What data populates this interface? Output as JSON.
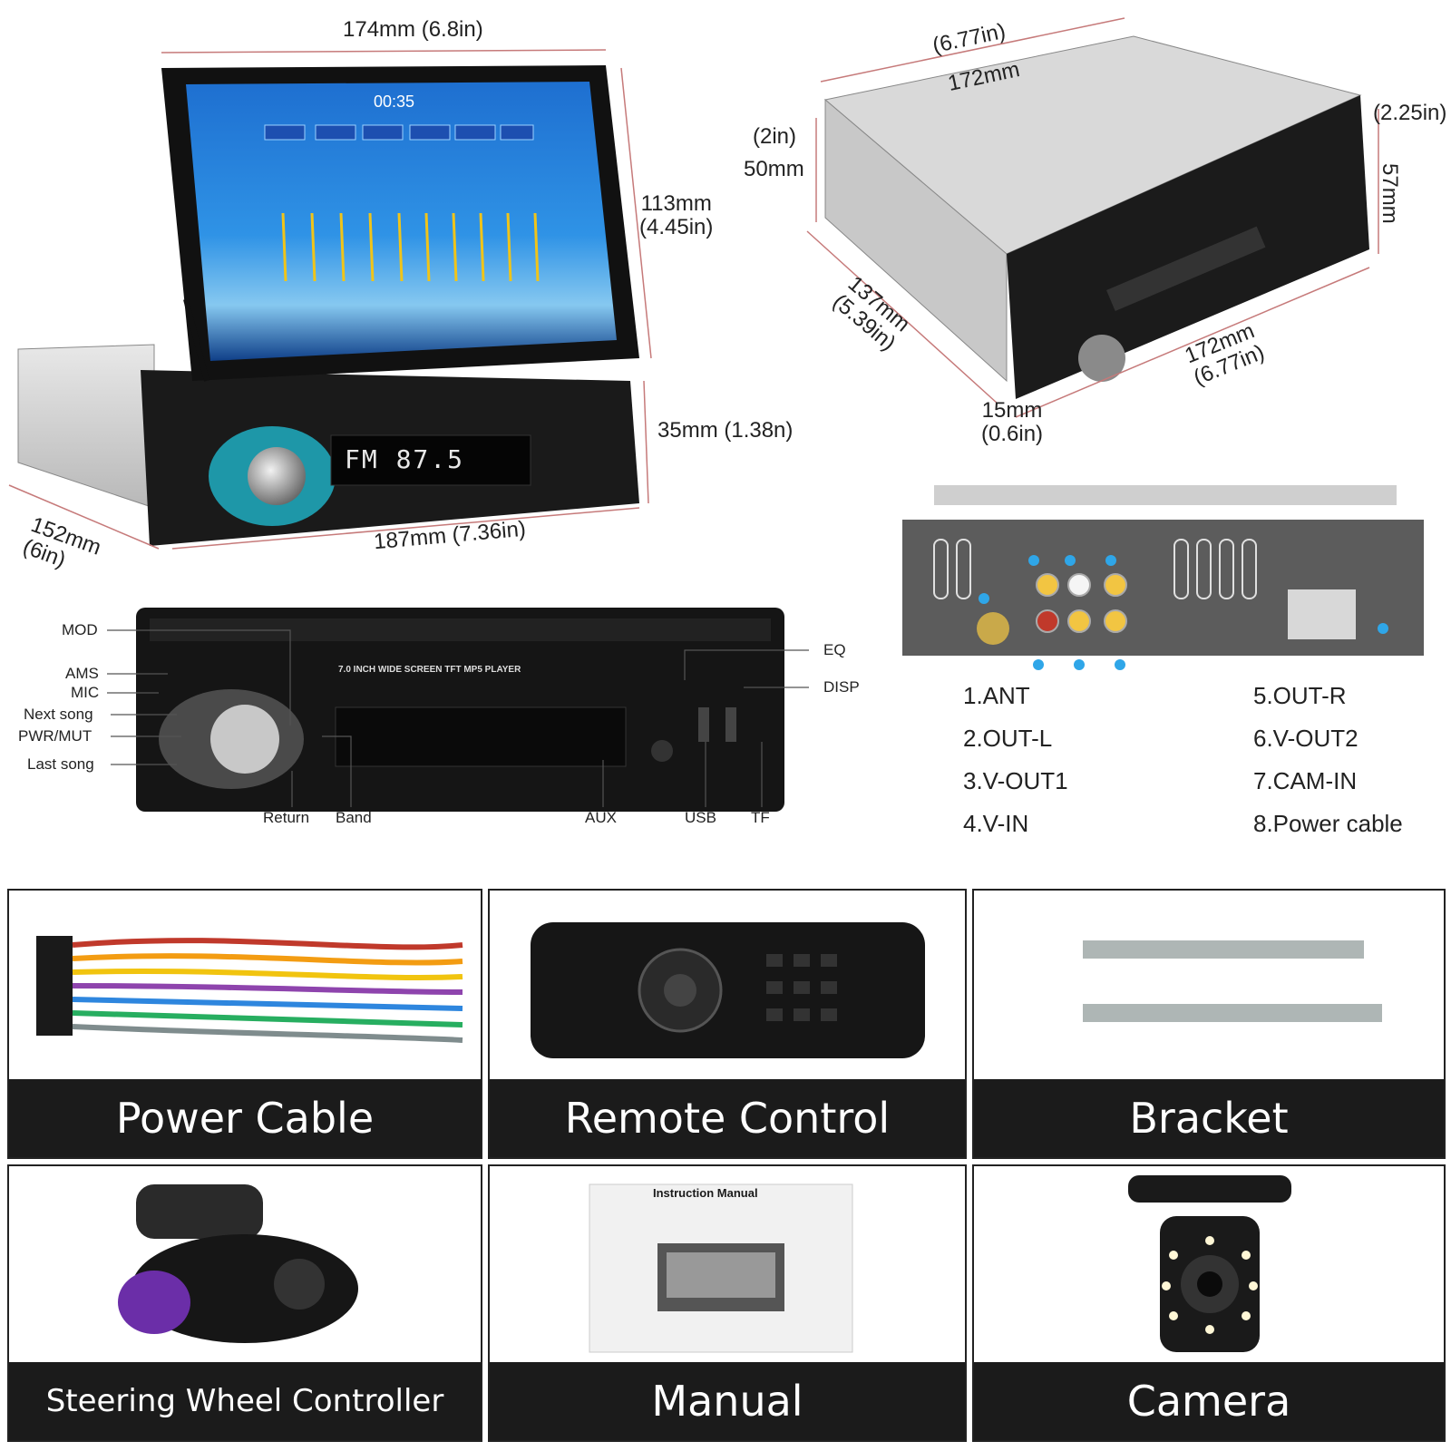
{
  "dims": {
    "front_width": "174mm (6.8in)",
    "screen_height": "113mm\n(4.45in)",
    "chassis_height": "35mm (1.38n)",
    "base_width": "187mm (7.36in)",
    "depth": "152mm\n(6in)",
    "top_width_in": "(6.77in)",
    "top_width_mm": "172mm",
    "side_height_in": "(2in)",
    "side_height_mm": "50mm",
    "right_height_in": "(2.25in)",
    "right_height_mm": "57mm",
    "rear_depth": "137mm\n(5.39in)",
    "face_width": "172mm\n(6.77in)",
    "face_depth": "15mm\n(0.6in)"
  },
  "screen": {
    "clock": "00:35",
    "radio": "FM 87.5"
  },
  "front_panel": {
    "label_mod": "MOD",
    "label_ams": "AMS",
    "label_mic": "MIC",
    "label_next": "Next song",
    "label_pwr": "PWR/MUT",
    "label_last": "Last song",
    "label_return": "Return",
    "label_band": "Band",
    "label_aux": "AUX",
    "label_usb": "USB",
    "label_tf": "TF",
    "label_eq": "EQ",
    "label_disp": "DISP",
    "faceplate_text": "7.0 INCH WIDE SCREEN TFT MP5 PLAYER"
  },
  "ports": {
    "p1": "1.ANT",
    "p2": "2.OUT-L",
    "p3": "3.V-OUT1",
    "p4": "4.V-IN",
    "p5": "5.OUT-R",
    "p6": "6.V-OUT2",
    "p7": "7.CAM-IN",
    "p8": "8.Power cable"
  },
  "accessories": {
    "a1": "Power Cable",
    "a2": "Remote Control",
    "a3": "Bracket",
    "a4": "Steering Wheel Controller",
    "a5": "Manual",
    "a6": "Camera"
  },
  "manual_title": "Instruction Manual",
  "colors": {
    "accent_blue": "#2fa6e8",
    "caption_bg": "#1b1b1b",
    "eq_slider": "#f0c419"
  }
}
